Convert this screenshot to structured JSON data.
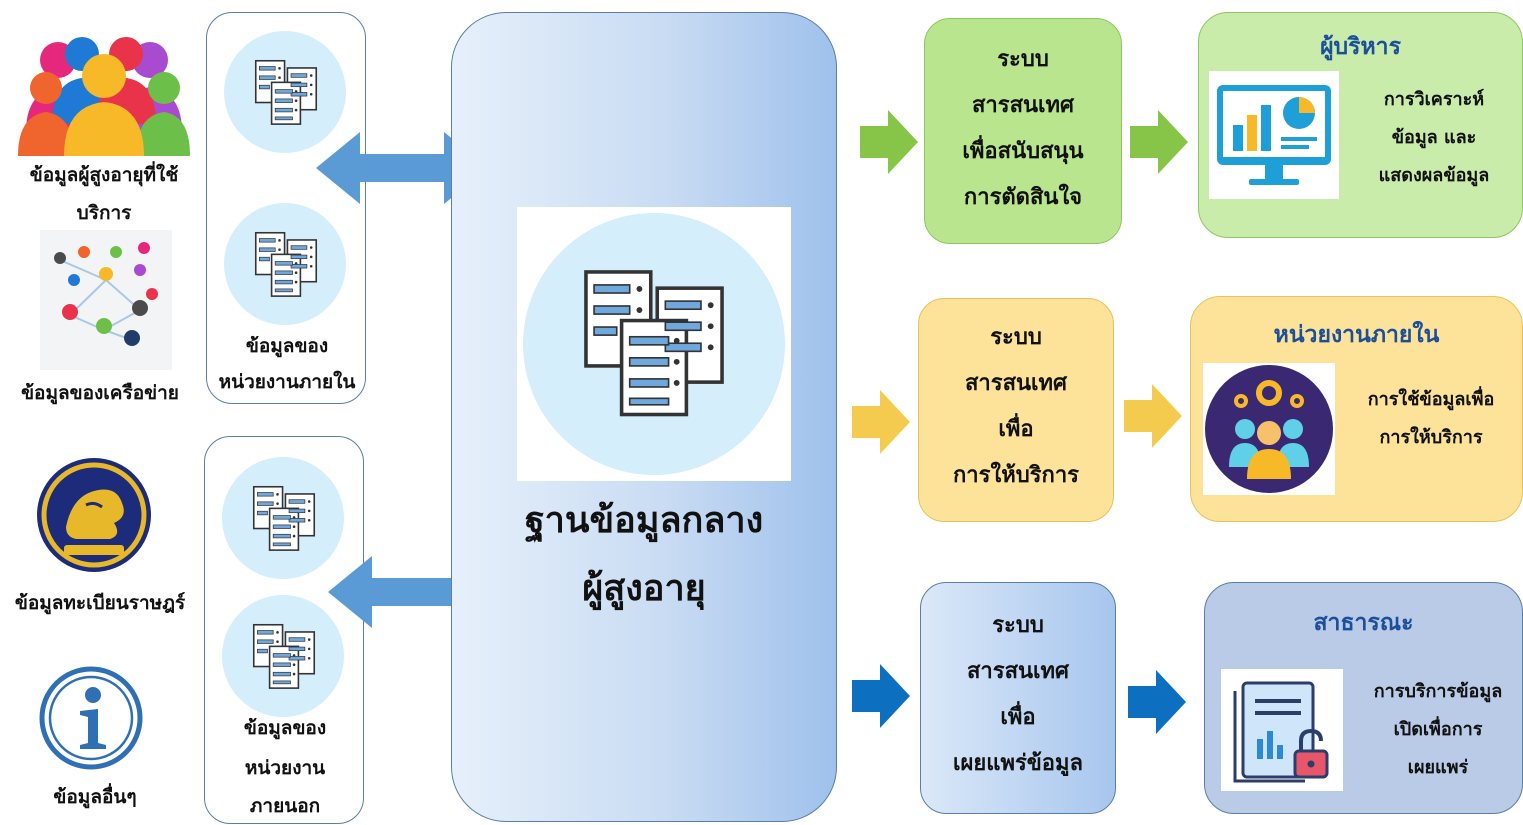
{
  "sources": {
    "elderly_users": "ข้อมูลผู้สูงอายุที่ใช้บริการ",
    "network": "ข้อมูลของเครือข่าย",
    "civil_registration": "ข้อมูลทะเบียนราษฎร์",
    "other": "ข้อมูลอื่นๆ"
  },
  "internal_panel": {
    "line1": "ข้อมูลของ",
    "line2": "หน่วยงานภายใน"
  },
  "external_panel": {
    "line1": "ข้อมูลของ",
    "line2": "หน่วยงาน",
    "line3": "ภายนอก"
  },
  "central_db": {
    "line1": "ฐานข้อมูลกลาง",
    "line2": "ผู้สูงอายุ"
  },
  "systems": [
    {
      "lines": [
        "ระบบ",
        "สารสนเทศ",
        "เพื่อสนับสนุน",
        "การตัดสินใจ"
      ],
      "color": "#b9e58e",
      "border": "#8cc85e",
      "arrow": "#86c548"
    },
    {
      "lines": [
        "ระบบ",
        "สารสนเทศ",
        "เพื่อ",
        "การให้บริการ"
      ],
      "color": "#fde39a",
      "border": "#e7c35a",
      "arrow": "#f5cb4f"
    },
    {
      "lines": [
        "ระบบ",
        "สารสนเทศ",
        "เพื่อ",
        "เผยแพร่ข้อมูล"
      ],
      "color": "#b9d3f2",
      "border": "#5b7ea6",
      "arrow": "#0d6fc0"
    }
  ],
  "outputs": [
    {
      "title": "ผู้บริหาร",
      "lines": [
        "การวิเคราะห์",
        "ข้อมูล และ",
        "แสดงผลข้อมูล"
      ],
      "title_color": "#1b4e9b",
      "icon": "monitor-chart-icon"
    },
    {
      "title": "หน่วยงานภายใน",
      "lines": [
        "การใช้ข้อมูลเพื่อ",
        "การให้บริการ"
      ],
      "title_color": "#1b4e9b",
      "icon": "team-gear-icon"
    },
    {
      "title": "สาธารณะ",
      "lines": [
        "การบริการข้อมูล",
        "เปิดเพื่อการ",
        "เผยแพร่"
      ],
      "title_color": "#1b4e9b",
      "icon": "document-lock-icon"
    }
  ],
  "colors": {
    "bidir_arrow": "#5b9bd5",
    "panel_border": "#5b7ea6"
  }
}
